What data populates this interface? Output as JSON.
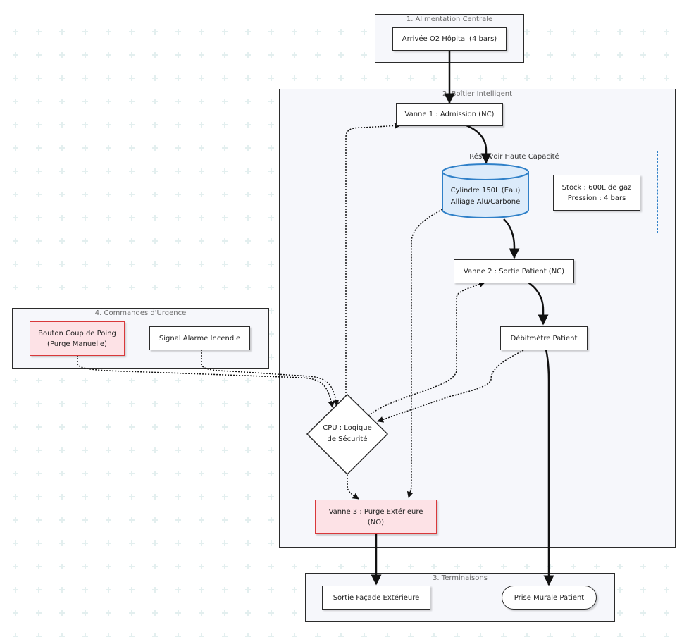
{
  "colors": {
    "background": "#ffffff",
    "cluster_fill": "#f6f7fb",
    "border": "#2b2b2b",
    "alert_fill": "#fde2e6",
    "alert_border": "#d9383a",
    "reservoir_border": "#2f80c8",
    "cylinder_fill": "#dcebfa"
  },
  "clusters": {
    "alimentation": "1. Alimentation Centrale",
    "boitier": "2. Boîtier Intelligent",
    "terminaisons": "3. Terminaisons",
    "commandes": "4. Commandes d'Urgence",
    "reservoir": "Réservoir Haute Capacité"
  },
  "nodes": {
    "arrivee_o2": "Arrivée O2 Hôpital (4 bars)",
    "vanne1": "Vanne 1 : Admission (NC)",
    "cylindre": "Cylindre 150L (Eau)\nAlliage Alu/Carbone",
    "stock": "Stock : 600L de gaz\nPression : 4 bars",
    "vanne2": "Vanne 2 : Sortie Patient (NC)",
    "debitmetre": "Débitmètre Patient",
    "cpu": "CPU : Logique\nde Sécurité",
    "vanne3": "Vanne 3 : Purge Extérieure\n(NO)",
    "bouton": "Bouton Coup de Poing\n(Purge Manuelle)",
    "signal_alarme": "Signal Alarme Incendie",
    "sortie_facade": "Sortie Façade Extérieure",
    "prise_murale": "Prise Murale Patient"
  }
}
